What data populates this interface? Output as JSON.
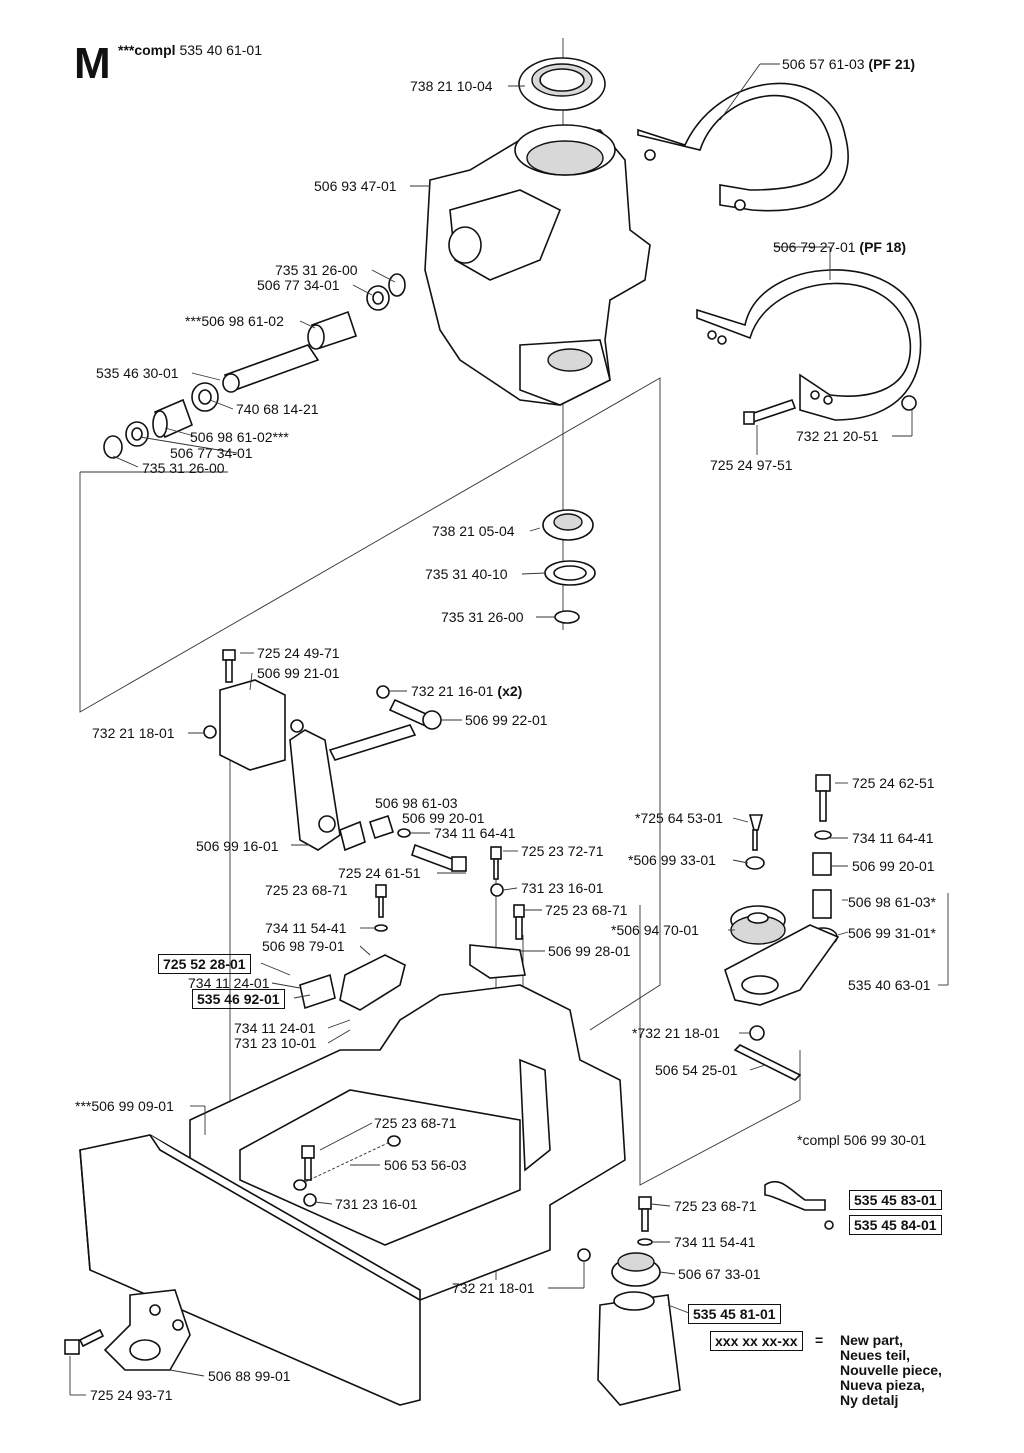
{
  "header": {
    "section_letter": "M",
    "compl_prefix": "***compl",
    "compl_part": "535 40 61-01"
  },
  "labels": [
    {
      "id": "l01",
      "text": "738 21 10-04"
    },
    {
      "id": "l02",
      "text": "506 57 61-03",
      "suffix": "(PF 21)"
    },
    {
      "id": "l03",
      "text": "506 93 47-01"
    },
    {
      "id": "l04",
      "text": "506 79 27-01",
      "suffix": "(PF 18)"
    },
    {
      "id": "l05",
      "text": "735 31 26-00"
    },
    {
      "id": "l06",
      "text": "506 77 34-01"
    },
    {
      "id": "l07",
      "text": "***506 98 61-02"
    },
    {
      "id": "l08",
      "text": "535 46 30-01"
    },
    {
      "id": "l09",
      "text": "740 68 14-21"
    },
    {
      "id": "l10",
      "text": "506 98 61-02***"
    },
    {
      "id": "l11",
      "text": "506 77 34-01"
    },
    {
      "id": "l12",
      "text": "735 31 26-00"
    },
    {
      "id": "l13",
      "text": "732 21 20-51"
    },
    {
      "id": "l14",
      "text": "725 24 97-51"
    },
    {
      "id": "l15",
      "text": "738 21 05-04"
    },
    {
      "id": "l16",
      "text": "735 31 40-10"
    },
    {
      "id": "l17",
      "text": "735 31 26-00"
    },
    {
      "id": "l18",
      "text": "725 24 49-71"
    },
    {
      "id": "l19",
      "text": "506 99 21-01"
    },
    {
      "id": "l20",
      "text": "732 21 16-01",
      "suffix": "(x2)"
    },
    {
      "id": "l21",
      "text": "506 99 22-01"
    },
    {
      "id": "l22",
      "text": "732 21 18-01"
    },
    {
      "id": "l23",
      "text": "725 24 62-51"
    },
    {
      "id": "l24",
      "text": "506 98 61-03"
    },
    {
      "id": "l25",
      "text": "506 99 20-01"
    },
    {
      "id": "l26",
      "text": "734 11 64-41"
    },
    {
      "id": "l27",
      "text": "506 99 16-01"
    },
    {
      "id": "l28",
      "text": "725 24 61-51"
    },
    {
      "id": "l29",
      "text": "*725 64 53-01"
    },
    {
      "id": "l30",
      "text": "734 11 64-41"
    },
    {
      "id": "l31",
      "text": "725 23 72-71"
    },
    {
      "id": "l32",
      "text": "*506 99 33-01"
    },
    {
      "id": "l33",
      "text": "506 99 20-01"
    },
    {
      "id": "l34",
      "text": "731 23 16-01"
    },
    {
      "id": "l35",
      "text": "725 23 68-71"
    },
    {
      "id": "l36",
      "text": "725 23 68-71"
    },
    {
      "id": "l37",
      "text": "506 98 61-03*"
    },
    {
      "id": "l38",
      "text": "*506 94 70-01"
    },
    {
      "id": "l39",
      "text": "506 99 31-01*"
    },
    {
      "id": "l40",
      "text": "734 11 54-41"
    },
    {
      "id": "l41",
      "text": "506 98 79-01"
    },
    {
      "id": "l42",
      "text": "506 99 28-01"
    },
    {
      "id": "l43",
      "text": "725 52 28-01",
      "boxed": true
    },
    {
      "id": "l44",
      "text": "734 11 24-01"
    },
    {
      "id": "l45",
      "text": "535 46 92-01",
      "boxed": true
    },
    {
      "id": "l46",
      "text": "535 40 63-01"
    },
    {
      "id": "l47",
      "text": "734 11 24-01"
    },
    {
      "id": "l48",
      "text": "731 23 10-01"
    },
    {
      "id": "l49",
      "text": "*732 21 18-01"
    },
    {
      "id": "l50",
      "text": "506 54 25-01"
    },
    {
      "id": "l51",
      "text": "***506 99 09-01"
    },
    {
      "id": "l52",
      "text": "725 23 68-71"
    },
    {
      "id": "l53",
      "text": "506 53 56-03"
    },
    {
      "id": "l54",
      "text": "*compl 506 99 30-01"
    },
    {
      "id": "l55",
      "text": "731 23 16-01"
    },
    {
      "id": "l56",
      "text": "725 23 68-71"
    },
    {
      "id": "l57",
      "text": "535 45 83-01",
      "boxed": true
    },
    {
      "id": "l58",
      "text": "535 45 84-01",
      "boxed": true
    },
    {
      "id": "l59",
      "text": "734 11 54-41"
    },
    {
      "id": "l60",
      "text": "732 21 18-01"
    },
    {
      "id": "l61",
      "text": "506 67 33-01"
    },
    {
      "id": "l62",
      "text": "535 45 81-01",
      "boxed": true
    },
    {
      "id": "l63",
      "text": "506 88 99-01"
    },
    {
      "id": "l64",
      "text": "725 24 93-71"
    }
  ],
  "legend": {
    "sample": "xxx xx xx-xx",
    "equals": "=",
    "lines": [
      "New part,",
      "Neues teil,",
      "Nouvelle piece,",
      "Nueva pieza,",
      "Ny detalj"
    ]
  }
}
